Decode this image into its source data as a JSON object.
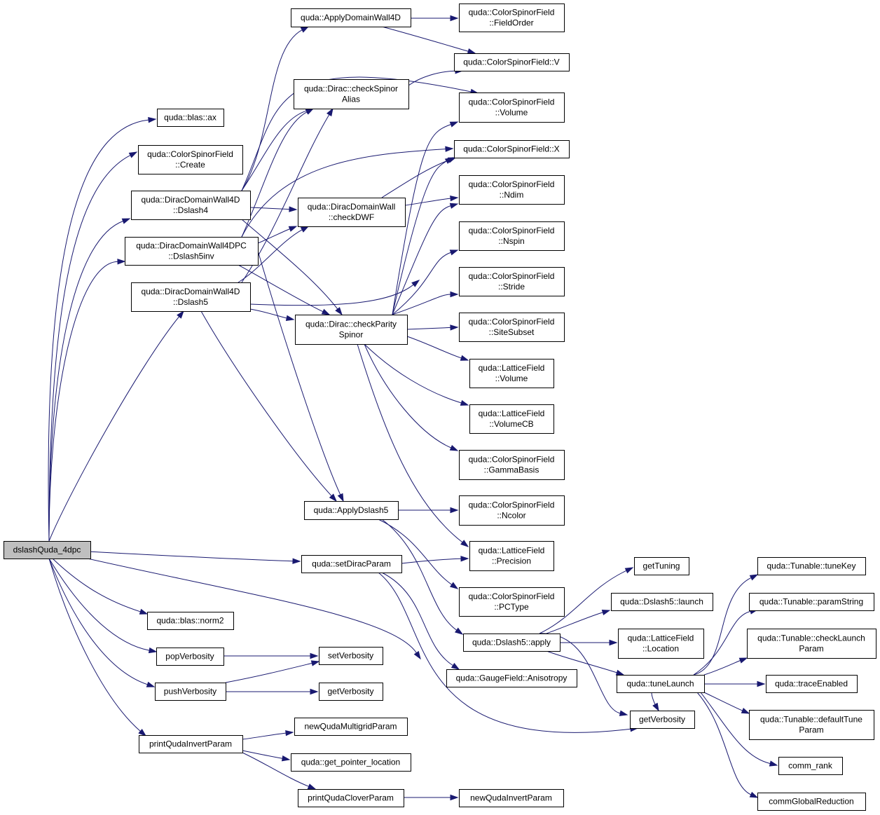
{
  "nodes": [
    {
      "id": "root",
      "lines": [
        "dslashQuda_4dpc"
      ],
      "status": "current"
    },
    {
      "id": "applyDW4D",
      "lines": [
        "quda::ApplyDomainWall4D"
      ],
      "status": "normal"
    },
    {
      "id": "csfFieldOrder",
      "lines": [
        "quda::ColorSpinorField",
        "::FieldOrder"
      ],
      "status": "normal"
    },
    {
      "id": "csfV",
      "lines": [
        "quda::ColorSpinorField::V"
      ],
      "status": "normal"
    },
    {
      "id": "checkAlias",
      "lines": [
        "quda::Dirac::checkSpinor",
        "Alias"
      ],
      "status": "normal"
    },
    {
      "id": "csfVolume",
      "lines": [
        "quda::ColorSpinorField",
        "::Volume"
      ],
      "status": "normal"
    },
    {
      "id": "blasAx",
      "lines": [
        "quda::blas::ax"
      ],
      "status": "normal"
    },
    {
      "id": "csfX",
      "lines": [
        "quda::ColorSpinorField::X"
      ],
      "status": "normal"
    },
    {
      "id": "csfCreate",
      "lines": [
        "quda::ColorSpinorField",
        "::Create"
      ],
      "status": "normal"
    },
    {
      "id": "csfNdim",
      "lines": [
        "quda::ColorSpinorField",
        "::Ndim"
      ],
      "status": "normal"
    },
    {
      "id": "dw4dDslash4",
      "lines": [
        "quda::DiracDomainWall4D",
        "::Dslash4"
      ],
      "status": "normal"
    },
    {
      "id": "checkDWF",
      "lines": [
        "quda::DiracDomainWall",
        "::checkDWF"
      ],
      "status": "normal"
    },
    {
      "id": "csfNspin",
      "lines": [
        "quda::ColorSpinorField",
        "::Nspin"
      ],
      "status": "normal"
    },
    {
      "id": "dw4dpcDslash5inv",
      "lines": [
        "quda::DiracDomainWall4DPC",
        "::Dslash5inv"
      ],
      "status": "normal"
    },
    {
      "id": "csfStride",
      "lines": [
        "quda::ColorSpinorField",
        "::Stride"
      ],
      "status": "normal"
    },
    {
      "id": "dw4dDslash5",
      "lines": [
        "quda::DiracDomainWall4D",
        "::Dslash5"
      ],
      "status": "normal"
    },
    {
      "id": "checkParity",
      "lines": [
        "quda::Dirac::checkParity",
        "Spinor"
      ],
      "status": "normal"
    },
    {
      "id": "csfSiteSubset",
      "lines": [
        "quda::ColorSpinorField",
        "::SiteSubset"
      ],
      "status": "normal"
    },
    {
      "id": "lfVolume",
      "lines": [
        "quda::LatticeField",
        "::Volume"
      ],
      "status": "normal"
    },
    {
      "id": "lfVolumeCB",
      "lines": [
        "quda::LatticeField",
        "::VolumeCB"
      ],
      "status": "normal"
    },
    {
      "id": "csfGamma",
      "lines": [
        "quda::ColorSpinorField",
        "::GammaBasis"
      ],
      "status": "normal"
    },
    {
      "id": "applyDslash5",
      "lines": [
        "quda::ApplyDslash5"
      ],
      "status": "normal"
    },
    {
      "id": "csfNcolor",
      "lines": [
        "quda::ColorSpinorField",
        "::Ncolor"
      ],
      "status": "normal"
    },
    {
      "id": "lfPrecision",
      "lines": [
        "quda::LatticeField",
        "::Precision"
      ],
      "status": "normal"
    },
    {
      "id": "setDiracParam",
      "lines": [
        "quda::setDiracParam"
      ],
      "status": "normal"
    },
    {
      "id": "getTuning",
      "lines": [
        "getTuning"
      ],
      "status": "truncated"
    },
    {
      "id": "tuneKey",
      "lines": [
        "quda::Tunable::tuneKey"
      ],
      "status": "normal"
    },
    {
      "id": "csfPCType",
      "lines": [
        "quda::ColorSpinorField",
        "::PCType"
      ],
      "status": "normal"
    },
    {
      "id": "dslash5Launch",
      "lines": [
        "quda::Dslash5::launch"
      ],
      "status": "truncated"
    },
    {
      "id": "paramString",
      "lines": [
        "quda::Tunable::paramString"
      ],
      "status": "normal"
    },
    {
      "id": "blasNorm2",
      "lines": [
        "quda::blas::norm2"
      ],
      "status": "normal"
    },
    {
      "id": "dslash5Apply",
      "lines": [
        "quda::Dslash5::apply"
      ],
      "status": "normal"
    },
    {
      "id": "lfLocation",
      "lines": [
        "quda::LatticeField",
        "::Location"
      ],
      "status": "normal"
    },
    {
      "id": "checkLaunch",
      "lines": [
        "quda::Tunable::checkLaunch",
        "Param"
      ],
      "status": "normal"
    },
    {
      "id": "popVerbosity",
      "lines": [
        "popVerbosity"
      ],
      "status": "normal"
    },
    {
      "id": "setVerbosity",
      "lines": [
        "setVerbosity"
      ],
      "status": "normal"
    },
    {
      "id": "gfAniso",
      "lines": [
        "quda::GaugeField::Anisotropy"
      ],
      "status": "normal"
    },
    {
      "id": "tuneLaunch",
      "lines": [
        "quda::tuneLaunch"
      ],
      "status": "truncated"
    },
    {
      "id": "traceEnabled",
      "lines": [
        "quda::traceEnabled"
      ],
      "status": "truncated"
    },
    {
      "id": "pushVerbosity",
      "lines": [
        "pushVerbosity"
      ],
      "status": "normal"
    },
    {
      "id": "getVerbosity1",
      "lines": [
        "getVerbosity"
      ],
      "status": "normal"
    },
    {
      "id": "getVerbosity2",
      "lines": [
        "getVerbosity"
      ],
      "status": "normal"
    },
    {
      "id": "defaultTune",
      "lines": [
        "quda::Tunable::defaultTune",
        "Param"
      ],
      "status": "normal"
    },
    {
      "id": "newMG",
      "lines": [
        "newQudaMultigridParam"
      ],
      "status": "normal"
    },
    {
      "id": "printInvert",
      "lines": [
        "printQudaInvertParam"
      ],
      "status": "normal"
    },
    {
      "id": "getPtrLoc",
      "lines": [
        "quda::get_pointer_location"
      ],
      "status": "normal"
    },
    {
      "id": "commRank",
      "lines": [
        "comm_rank"
      ],
      "status": "normal"
    },
    {
      "id": "printClover",
      "lines": [
        "printQudaCloverParam"
      ],
      "status": "normal"
    },
    {
      "id": "newInvert",
      "lines": [
        "newQudaInvertParam"
      ],
      "status": "normal"
    },
    {
      "id": "commGlobalRed",
      "lines": [
        "commGlobalReduction"
      ],
      "status": "normal"
    }
  ],
  "edges": [
    [
      "root",
      "blasAx"
    ],
    [
      "root",
      "csfCreate"
    ],
    [
      "root",
      "dw4dDslash4"
    ],
    [
      "root",
      "dw4dpcDslash5inv"
    ],
    [
      "root",
      "dw4dDslash5"
    ],
    [
      "root",
      "setDiracParam"
    ],
    [
      "root",
      "blasNorm2"
    ],
    [
      "root",
      "popVerbosity"
    ],
    [
      "root",
      "pushVerbosity"
    ],
    [
      "root",
      "printInvert"
    ],
    [
      "root",
      "getVerbosity2"
    ],
    [
      "dw4dDslash4",
      "applyDW4D"
    ],
    [
      "dw4dDslash4",
      "checkAlias"
    ],
    [
      "dw4dDslash4",
      "checkDWF"
    ],
    [
      "dw4dDslash4",
      "checkParity"
    ],
    [
      "dw4dDslash4",
      "csfVolume"
    ],
    [
      "dw4dpcDslash5inv",
      "checkAlias"
    ],
    [
      "dw4dpcDslash5inv",
      "checkDWF"
    ],
    [
      "dw4dpcDslash5inv",
      "checkParity"
    ],
    [
      "dw4dpcDslash5inv",
      "applyDslash5"
    ],
    [
      "dw4dpcDslash5inv",
      "csfX"
    ],
    [
      "dw4dDslash5",
      "checkAlias"
    ],
    [
      "dw4dDslash5",
      "checkDWF"
    ],
    [
      "dw4dDslash5",
      "checkParity"
    ],
    [
      "dw4dDslash5",
      "applyDslash5"
    ],
    [
      "dw4dDslash5",
      "csfVolume"
    ],
    [
      "applyDW4D",
      "csfFieldOrder"
    ],
    [
      "applyDW4D",
      "csfV"
    ],
    [
      "checkAlias",
      "csfV"
    ],
    [
      "checkDWF",
      "csfX"
    ],
    [
      "checkDWF",
      "csfNdim"
    ],
    [
      "checkParity",
      "csfVolume"
    ],
    [
      "checkParity",
      "csfX"
    ],
    [
      "checkParity",
      "csfNdim"
    ],
    [
      "checkParity",
      "csfNspin"
    ],
    [
      "checkParity",
      "csfStride"
    ],
    [
      "checkParity",
      "csfSiteSubset"
    ],
    [
      "checkParity",
      "lfVolume"
    ],
    [
      "checkParity",
      "lfVolumeCB"
    ],
    [
      "checkParity",
      "csfGamma"
    ],
    [
      "checkParity",
      "lfPrecision"
    ],
    [
      "applyDslash5",
      "csfNcolor"
    ],
    [
      "applyDslash5",
      "csfPCType"
    ],
    [
      "applyDslash5",
      "dslash5Apply"
    ],
    [
      "setDiracParam",
      "lfPrecision"
    ],
    [
      "setDiracParam",
      "gfAniso"
    ],
    [
      "setDiracParam",
      "getVerbosity1"
    ],
    [
      "dslash5Apply",
      "getTuning"
    ],
    [
      "dslash5Apply",
      "dslash5Launch"
    ],
    [
      "dslash5Apply",
      "lfLocation"
    ],
    [
      "dslash5Apply",
      "tuneLaunch"
    ],
    [
      "dslash5Apply",
      "getVerbosity1"
    ],
    [
      "tuneLaunch",
      "tuneKey"
    ],
    [
      "tuneLaunch",
      "paramString"
    ],
    [
      "tuneLaunch",
      "checkLaunch"
    ],
    [
      "tuneLaunch",
      "traceEnabled"
    ],
    [
      "tuneLaunch",
      "defaultTune"
    ],
    [
      "tuneLaunch",
      "commRank"
    ],
    [
      "tuneLaunch",
      "commGlobalRed"
    ],
    [
      "tuneLaunch",
      "getVerbosity1"
    ],
    [
      "popVerbosity",
      "setVerbosity"
    ],
    [
      "pushVerbosity",
      "setVerbosity"
    ],
    [
      "pushVerbosity",
      "getVerbosity2"
    ],
    [
      "printInvert",
      "newMG"
    ],
    [
      "printInvert",
      "getPtrLoc"
    ],
    [
      "printInvert",
      "printClover"
    ],
    [
      "printClover",
      "newInvert"
    ]
  ],
  "colors": {
    "edge": "#191970",
    "node_border": "#000000",
    "truncated_border": "#ff0000",
    "current_fill": "#bfbfbf",
    "node_fill": "#ffffff"
  }
}
